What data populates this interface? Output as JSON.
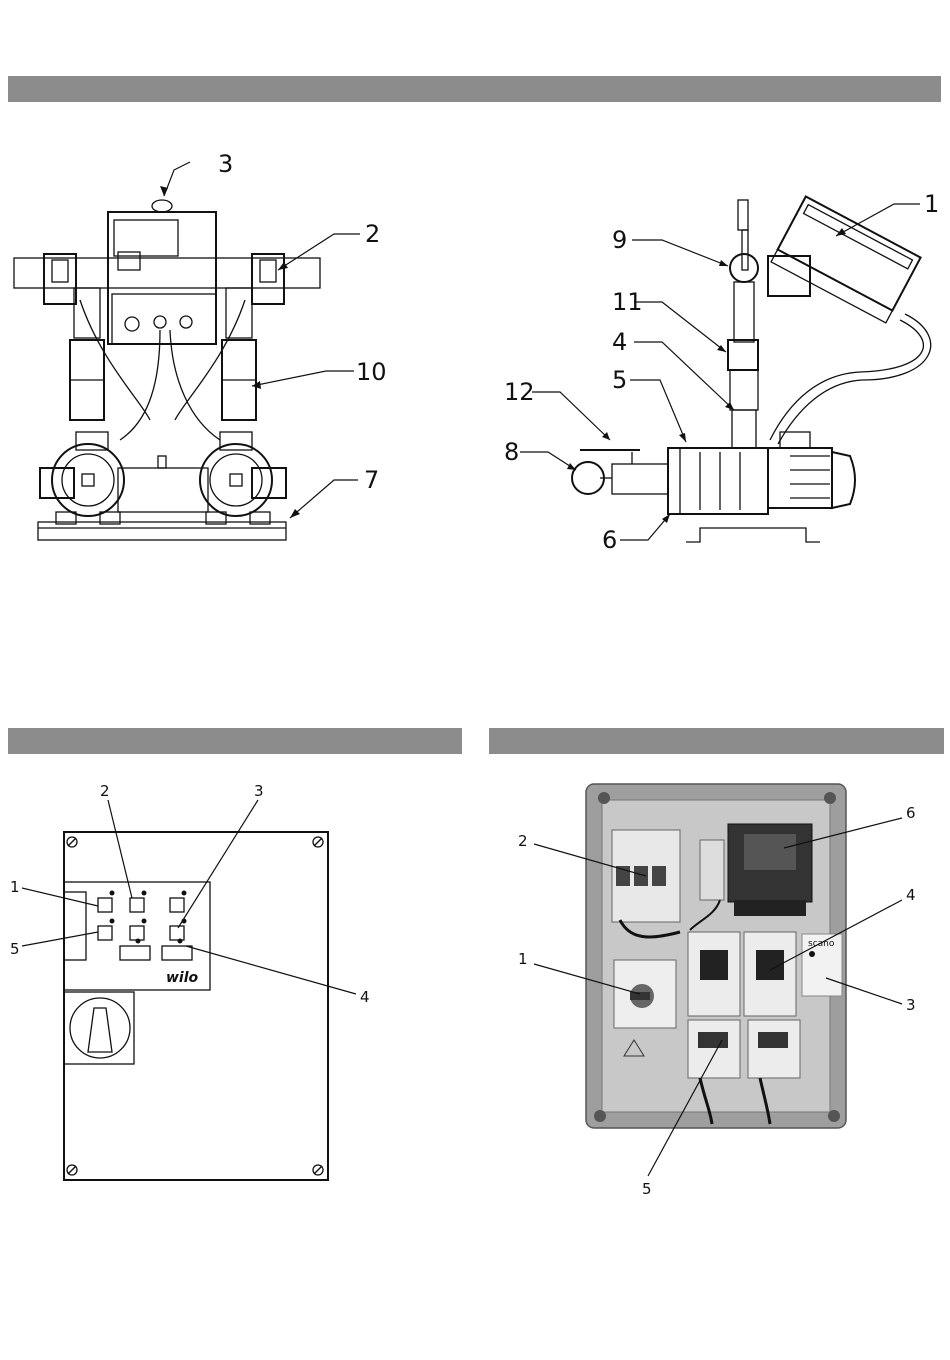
{
  "figure_top": {
    "labels": [
      "3",
      "2",
      "10",
      "7",
      "1",
      "9",
      "11",
      "4",
      "5",
      "12",
      "8",
      "6"
    ]
  },
  "figure_panel": {
    "labels": [
      "1",
      "2",
      "3",
      "4",
      "5"
    ],
    "brand": "wilo"
  },
  "figure_box": {
    "labels": [
      "1",
      "2",
      "3",
      "4",
      "5",
      "6"
    ],
    "module_text": "scano"
  }
}
